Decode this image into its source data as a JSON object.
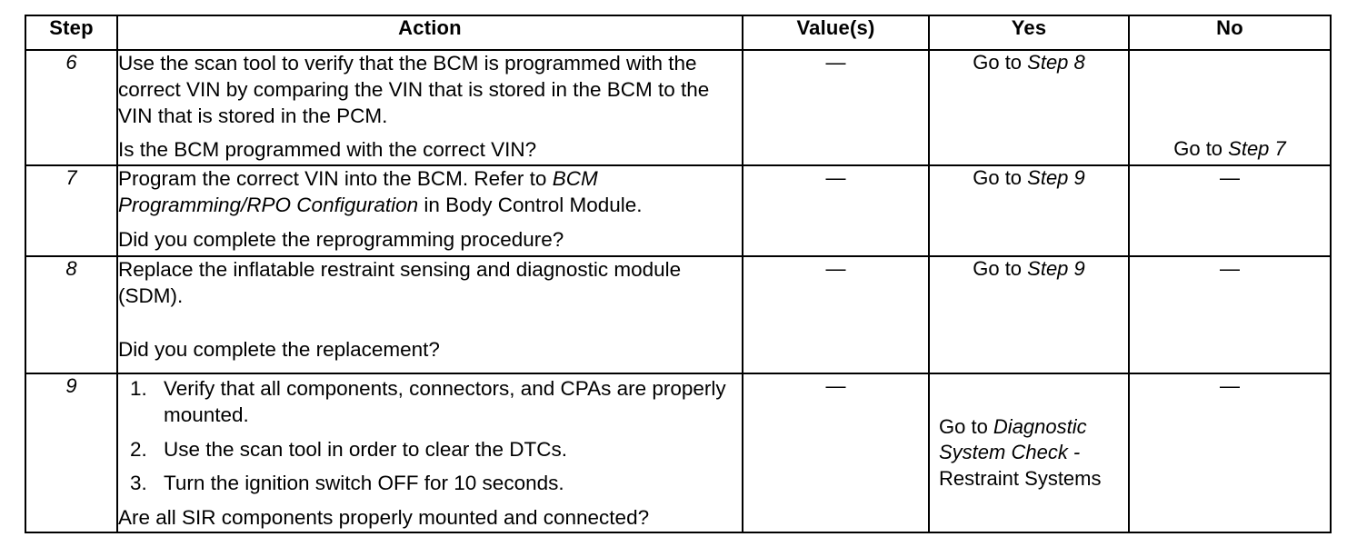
{
  "table": {
    "headers": {
      "step": "Step",
      "action": "Action",
      "value": "Value(s)",
      "yes": "Yes",
      "no": "No"
    },
    "dash": "—",
    "rows": [
      {
        "step": "6",
        "action_lines": [
          "Use the scan tool to verify that the BCM is programmed with the correct VIN by comparing the VIN that is stored in the BCM to the VIN that is stored in the PCM.",
          "Is the BCM programmed with the correct VIN?"
        ],
        "value": "—",
        "yes_prefix": "Go to ",
        "yes_italic": "Step 8",
        "no_prefix": "Go to ",
        "no_italic": "Step 7"
      },
      {
        "step": "7",
        "action_prefix": "Program the correct VIN into the BCM. Refer to ",
        "action_italic": "BCM Programming/RPO Configuration",
        "action_suffix": " in Body Control Module.",
        "action_question": "Did you complete the reprogramming procedure?",
        "value": "—",
        "yes_prefix": "Go to ",
        "yes_italic": "Step 9",
        "no": "—"
      },
      {
        "step": "8",
        "action_lines": [
          "Replace the inflatable restraint sensing and diagnostic module (SDM).",
          "Did you complete the replacement?"
        ],
        "value": "—",
        "yes_prefix": "Go to ",
        "yes_italic": "Step 9",
        "no": "—"
      },
      {
        "step": "9",
        "list_items": [
          "Verify that all components, connectors, and CPAs are properly mounted.",
          "Use the scan tool in order to clear the DTCs.",
          "Turn the ignition switch OFF for 10 seconds."
        ],
        "action_question": "Are all SIR components properly mounted and connected?",
        "value": "—",
        "yes_prefix": "Go to ",
        "yes_italic_1": "Diagnostic",
        "yes_italic_2": "System  Check -",
        "yes_plain_3": "Restraint  Systems",
        "no": "—"
      }
    ]
  }
}
